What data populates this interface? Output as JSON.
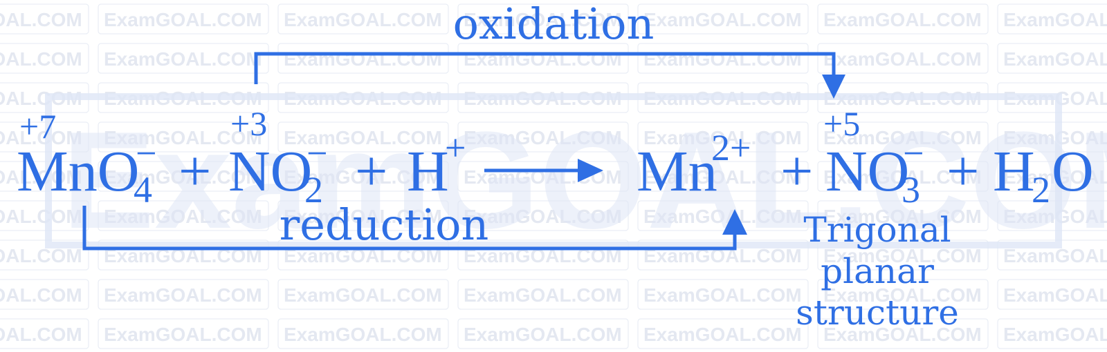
{
  "watermark": {
    "text": "ExamGOAL.COM"
  },
  "reaction": {
    "species": [
      {
        "id": "mno4",
        "base": "MnO",
        "subscript": "4",
        "charge": "−",
        "oxidation_state": "+7"
      },
      {
        "id": "plus1",
        "symbol": "+"
      },
      {
        "id": "no2",
        "base": "NO",
        "subscript": "2",
        "charge": "−",
        "oxidation_state": "+3"
      },
      {
        "id": "plus2",
        "symbol": "+"
      },
      {
        "id": "h",
        "base": "H",
        "charge": "+"
      },
      {
        "id": "mn",
        "base": "Mn",
        "charge": "2+"
      },
      {
        "id": "plus3",
        "symbol": "+"
      },
      {
        "id": "no3",
        "base": "NO",
        "subscript": "3",
        "charge": "−",
        "oxidation_state": "+5"
      },
      {
        "id": "plus4",
        "symbol": "+"
      },
      {
        "id": "h2o",
        "base": "H",
        "subscript": "2",
        "tail": "O"
      }
    ]
  },
  "labels": {
    "oxidation": "oxidation",
    "reduction": "reduction"
  },
  "note": {
    "lines": [
      "Trigonal",
      "planar",
      "structure"
    ]
  },
  "colors": {
    "accent": "#2f6fe4",
    "watermark": "#e4e8f1"
  }
}
